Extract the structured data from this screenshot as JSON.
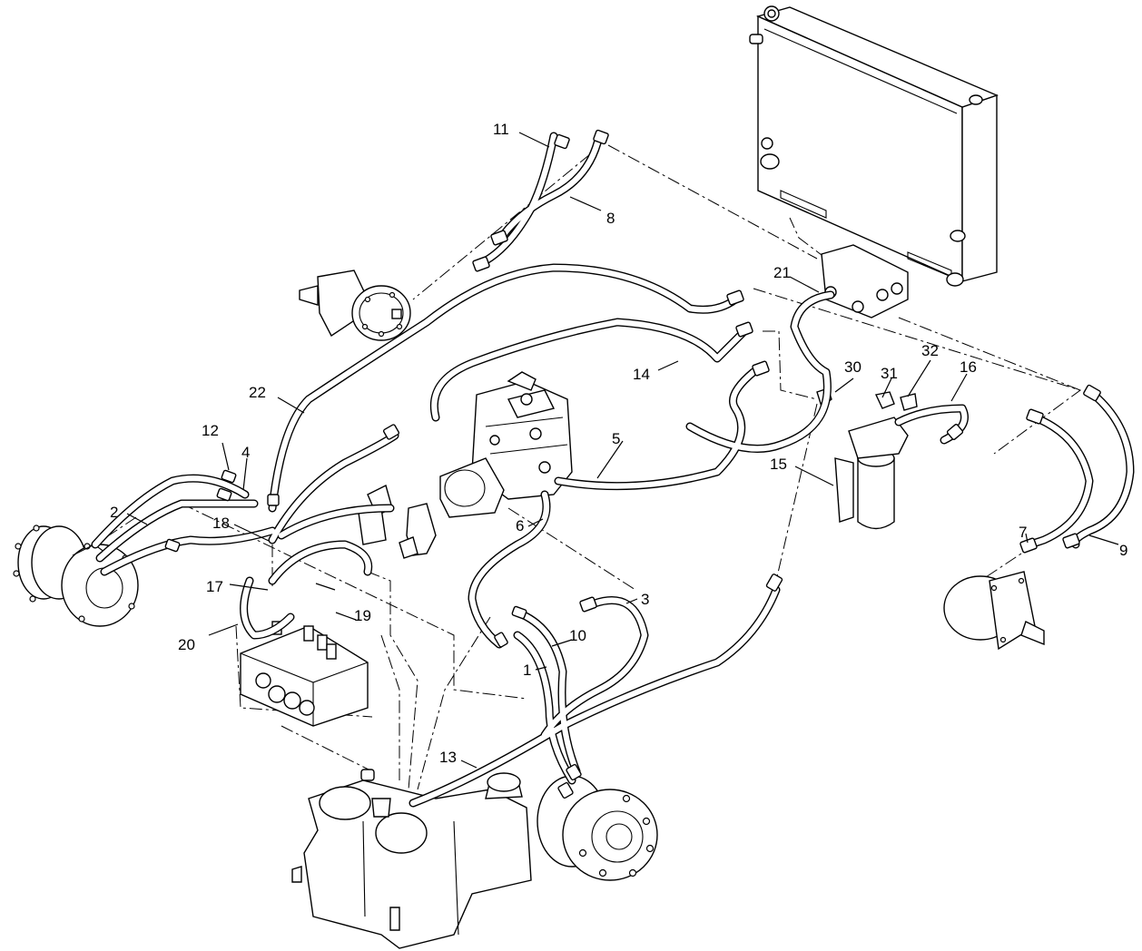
{
  "diagram": {
    "callouts": [
      {
        "id": "c1",
        "label": "1"
      },
      {
        "id": "c2",
        "label": "2"
      },
      {
        "id": "c3",
        "label": "3"
      },
      {
        "id": "c4",
        "label": "4"
      },
      {
        "id": "c5",
        "label": "5"
      },
      {
        "id": "c6",
        "label": "6"
      },
      {
        "id": "c7",
        "label": "7"
      },
      {
        "id": "c8",
        "label": "8"
      },
      {
        "id": "c9",
        "label": "9"
      },
      {
        "id": "c10",
        "label": "10"
      },
      {
        "id": "c11",
        "label": "11"
      },
      {
        "id": "c12",
        "label": "12"
      },
      {
        "id": "c13",
        "label": "13"
      },
      {
        "id": "c14",
        "label": "14"
      },
      {
        "id": "c15",
        "label": "15"
      },
      {
        "id": "c16",
        "label": "16"
      },
      {
        "id": "c17",
        "label": "17"
      },
      {
        "id": "c18",
        "label": "18"
      },
      {
        "id": "c19",
        "label": "19"
      },
      {
        "id": "c20",
        "label": "20"
      },
      {
        "id": "c21",
        "label": "21"
      },
      {
        "id": "c22",
        "label": "22"
      },
      {
        "id": "c30",
        "label": "30"
      },
      {
        "id": "c31",
        "label": "31"
      },
      {
        "id": "c32",
        "label": "32"
      }
    ]
  }
}
